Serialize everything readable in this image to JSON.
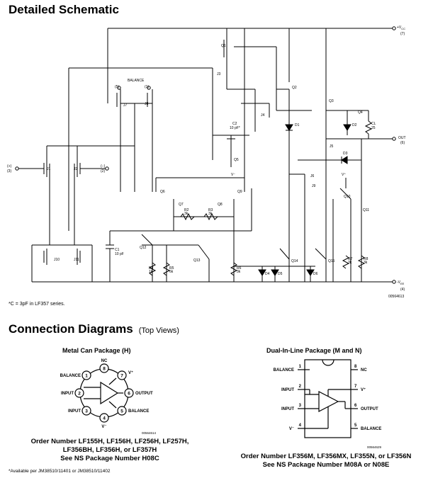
{
  "schematic": {
    "title": "Detailed Schematic",
    "footnote": "*C = 3pF in LF357 series.",
    "figure_code": "00564613",
    "supply_pos": {
      "label": "+V",
      "sub": "CC",
      "pin": "(7)"
    },
    "supply_neg": {
      "label": "-V",
      "sub": "EE",
      "pin": "(4)"
    },
    "output": {
      "label": "OUT",
      "pin": "(6)"
    },
    "input_plus": {
      "label": "(+)",
      "pin": "(3)"
    },
    "input_minus": {
      "label": "(−)",
      "pin": "(2)"
    },
    "balance": {
      "label": "BALANCE",
      "pin_left": "(5)",
      "pin_right": "(1)"
    },
    "c2_label": "C2",
    "c2_value": "10 pF*",
    "c1_label": "C1",
    "c1_value": "10 pF",
    "v_minus": "V⁻",
    "v_plus": "V⁺",
    "transistors": [
      "Q1",
      "J3",
      "Q2",
      "Q3",
      "J4",
      "Q4",
      "J7",
      "J8",
      "Q5",
      "J5",
      "J1",
      "J2",
      "J6",
      "Q6",
      "Q7",
      "Q8",
      "Q9",
      "Q10",
      "J9",
      "Q11",
      "Q12",
      "Q13",
      "Q14",
      "Q15",
      "J10",
      "J11"
    ],
    "diodes": [
      "D1",
      "D2",
      "D3",
      "D4",
      "D5",
      "D6"
    ],
    "resistors": [
      {
        "name": "R1",
        "value": "1k"
      },
      {
        "name": "R2",
        "value": "3k"
      },
      {
        "name": "R3",
        "value": "3k"
      },
      {
        "name": "R4",
        "value": "1k"
      },
      {
        "name": "R5",
        "value": "6k"
      },
      {
        "name": "R6",
        "value": "3k"
      },
      {
        "name": "R7",
        "value": "3k"
      },
      {
        "name": "R8",
        "value": "3k"
      },
      {
        "name": "CL",
        "value": "25"
      }
    ]
  },
  "connection": {
    "title": "Connection Diagrams",
    "subtitle": "(Top Views)",
    "metal_can": {
      "title": "Metal Can Package (H)",
      "figure_code": "00564614",
      "pins": [
        {
          "num": "1",
          "label": "BALANCE"
        },
        {
          "num": "2",
          "label": "INPUT"
        },
        {
          "num": "3",
          "label": "INPUT"
        },
        {
          "num": "4",
          "label": "V⁻"
        },
        {
          "num": "5",
          "label": "BALANCE"
        },
        {
          "num": "6",
          "label": "OUTPUT"
        },
        {
          "num": "7",
          "label": "V⁺"
        },
        {
          "num": "8",
          "label": "NC"
        }
      ],
      "order_lines": [
        "Order Number LF155H, LF156H, LF256H, LF257H,",
        "LF356BH, LF356H, or LF357H",
        "See NS Package Number H08C"
      ]
    },
    "dip": {
      "title": "Dual-In-Line Package (M and N)",
      "figure_code": "00564629",
      "pins": [
        {
          "num": "1",
          "label": "BALANCE"
        },
        {
          "num": "2",
          "label": "INPUT"
        },
        {
          "num": "3",
          "label": "INPUT"
        },
        {
          "num": "4",
          "label": "V⁻"
        },
        {
          "num": "5",
          "label": "BALANCE"
        },
        {
          "num": "6",
          "label": "OUTPUT"
        },
        {
          "num": "7",
          "label": "V⁺"
        },
        {
          "num": "8",
          "label": "NC"
        }
      ],
      "order_lines": [
        "Order Number LF356M, LF356MX, LF355N, or LF356N",
        "See NS Package Number M08A or N08E"
      ]
    },
    "availability": "*Available per JM38510/11401 or JM38510/11402"
  }
}
